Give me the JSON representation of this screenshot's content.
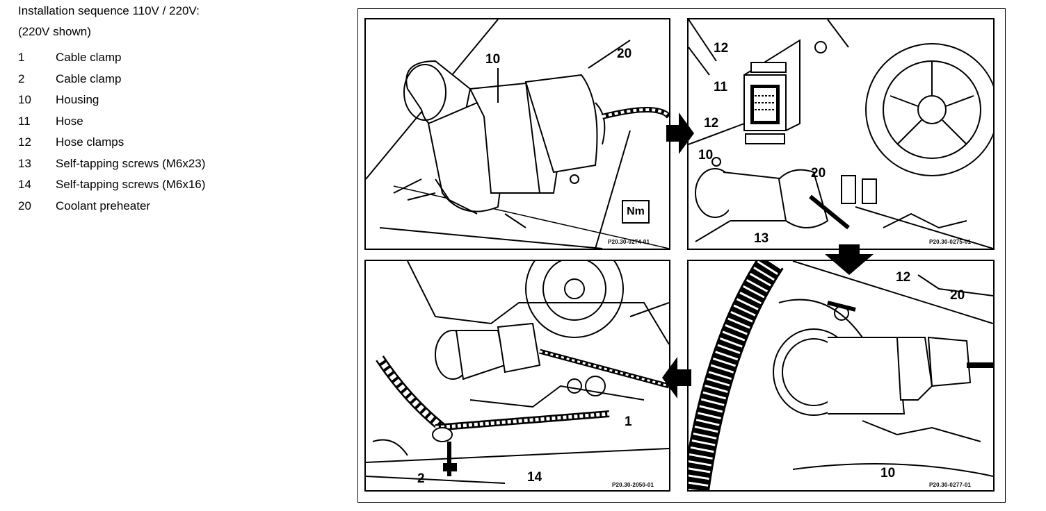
{
  "legend": {
    "title": "Installation sequence 110V / 220V:",
    "subtitle": "(220V shown)",
    "items": [
      {
        "num": "1",
        "label": "Cable clamp"
      },
      {
        "num": "2",
        "label": "Cable clamp"
      },
      {
        "num": "10",
        "label": "Housing"
      },
      {
        "num": "11",
        "label": "Hose"
      },
      {
        "num": "12",
        "label": "Hose clamps"
      },
      {
        "num": "13",
        "label": "Self-tapping screws (M6x23)"
      },
      {
        "num": "14",
        "label": "Self-tapping screws (M6x16)"
      },
      {
        "num": "20",
        "label": "Coolant preheater"
      }
    ]
  },
  "figure": {
    "panel1": {
      "callouts": {
        "c10": "10",
        "c20": "20"
      },
      "nm": "Nm",
      "refcode": "P20.30-0274-01"
    },
    "panel2": {
      "callouts": {
        "c12a": "12",
        "c11": "11",
        "c12b": "12",
        "c10": "10",
        "c20": "20",
        "c13": "13"
      },
      "refcode": "P20.30-0275-01"
    },
    "panel3": {
      "callouts": {
        "c1": "1",
        "c2": "2",
        "c14": "14"
      },
      "refcode": "P20.30-2050-01"
    },
    "panel4": {
      "callouts": {
        "c12": "12",
        "c20": "20",
        "c10": "10"
      },
      "refcode": "P20.30-0277-01"
    }
  }
}
